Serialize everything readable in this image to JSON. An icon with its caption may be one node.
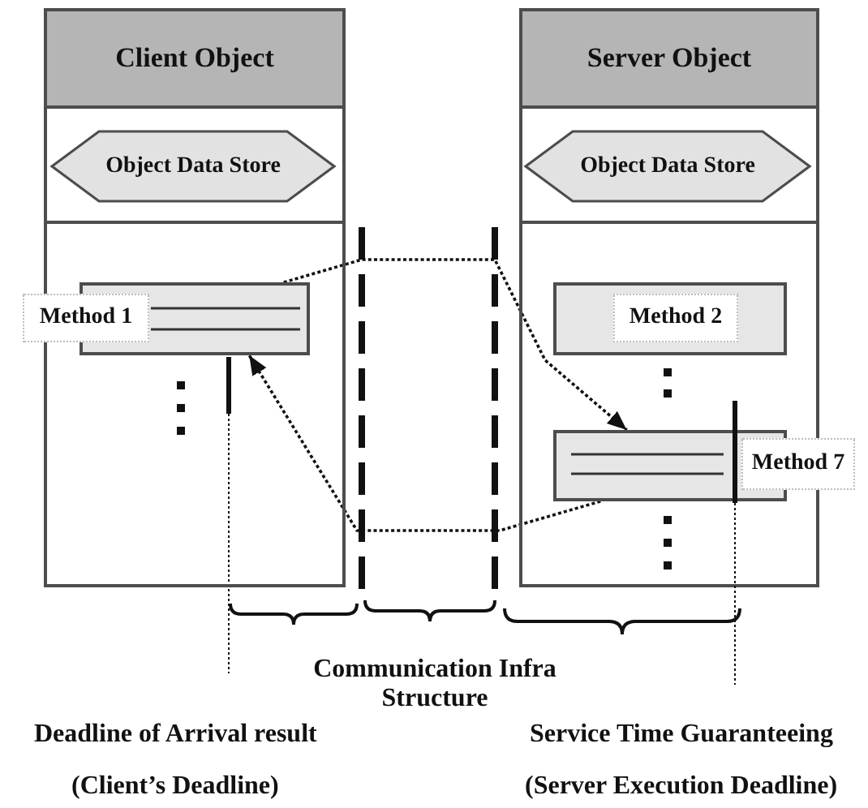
{
  "diagram": {
    "nodes": [
      {
        "text": [
          "Client Object"
        ]
      },
      {
        "text": [
          "Object Data Store"
        ],
        "in": 0
      },
      {
        "text": [
          "Method 1"
        ],
        "in": 0
      },
      {
        "text": [
          "Server Object"
        ]
      },
      {
        "text": [
          "Object Data Store"
        ],
        "in": 3
      },
      {
        "text": [
          "Method 2"
        ],
        "in": 3
      },
      {
        "text": [
          "Method 7"
        ],
        "in": 3
      }
    ],
    "edges": [
      {
        "from": 2,
        "to": 6,
        "arrow": "to"
      },
      {
        "from": 6,
        "to": 2,
        "arrow": "to"
      }
    ],
    "labels": [
      "Communication Infra Structure",
      "Deadline of Arrival result",
      "(Client’s Deadline)",
      "Service Time Guaranteeing",
      "(Server Execution Deadline)"
    ]
  }
}
